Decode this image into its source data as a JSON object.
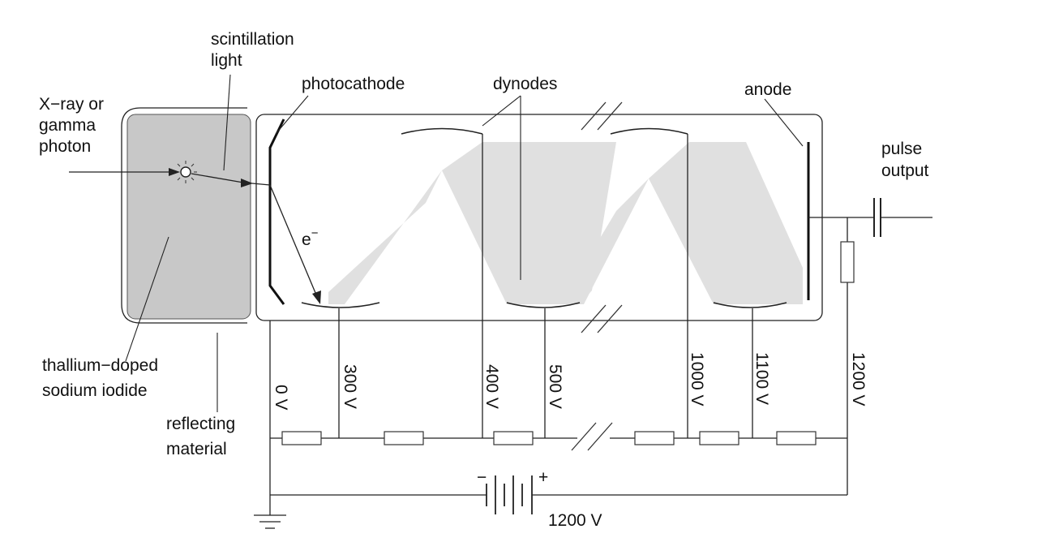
{
  "labels": {
    "incoming_1": "X−ray or",
    "incoming_2": "gamma",
    "incoming_3": "photon",
    "scint_1": "scintillation",
    "scint_2": "light",
    "photocathode": "photocathode",
    "dynodes": "dynodes",
    "anode": "anode",
    "pulse_1": "pulse",
    "pulse_2": "output",
    "electron": "e",
    "electron_sup": "−",
    "crystal_1": "thallium−doped",
    "crystal_2": "sodium iodide",
    "reflect_1": "reflecting",
    "reflect_2": "material",
    "battery_minus": "−",
    "battery_plus": "+",
    "battery_voltage": "1200 V"
  },
  "voltages": [
    "0 V",
    "300 V",
    "400 V",
    "500 V",
    "1000 V",
    "1100 V",
    "1200 V"
  ],
  "colors": {
    "crystal_fill": "#c8c8c8",
    "beam_fill": "#e0e0e0",
    "line": "#222222"
  }
}
